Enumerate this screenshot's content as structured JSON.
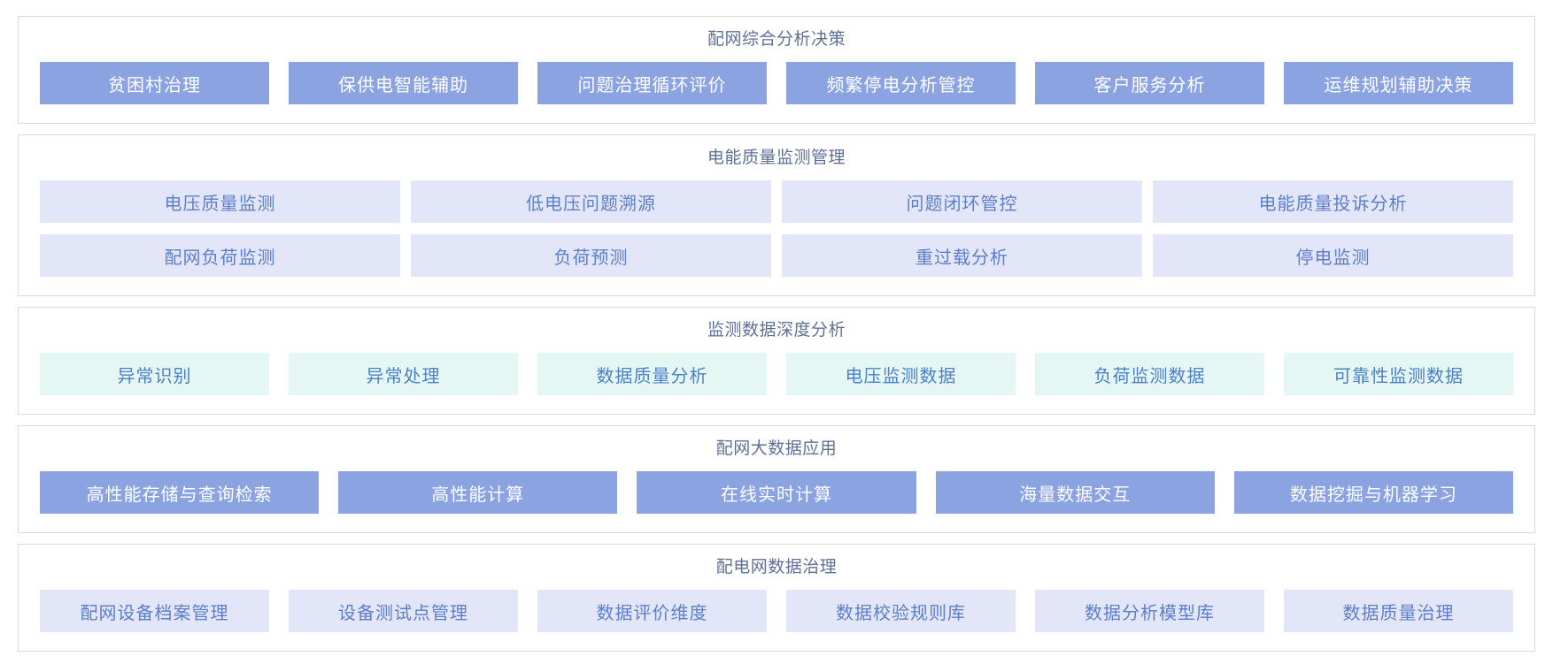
{
  "colors": {
    "panel_border": "#d9dade",
    "panel_title_text": "#5f7096",
    "solid_button_bg": "#8ca3e1",
    "solid_button_text": "#ffffff",
    "lavender_button_bg": "#e2e6f8",
    "lavender_button_text": "#5c7fc8",
    "mint_button_bg": "#e4f7f4",
    "mint_button_text": "#4d80c6"
  },
  "panels": [
    {
      "id": "distribution-analysis-decision",
      "title": "配网综合分析决策",
      "style": "solid",
      "rows": [
        [
          "贫困村治理",
          "保供电智能辅助",
          "问题治理循环评价",
          "频繁停电分析管控",
          "客户服务分析",
          "运维规划辅助决策"
        ]
      ]
    },
    {
      "id": "power-quality-monitoring",
      "title": "电能质量监测管理",
      "style": "lavender",
      "rows": [
        [
          "电压质量监测",
          "低电压问题溯源",
          "问题闭环管控",
          "电能质量投诉分析"
        ],
        [
          "配网负荷监测",
          "负荷预测",
          "重过载分析",
          "停电监测"
        ]
      ]
    },
    {
      "id": "monitoring-data-deep-analysis",
      "title": "监测数据深度分析",
      "style": "mint",
      "rows": [
        [
          "异常识别",
          "异常处理",
          "数据质量分析",
          "电压监测数据",
          "负荷监测数据",
          "可靠性监测数据"
        ]
      ]
    },
    {
      "id": "big-data-application",
      "title": "配网大数据应用",
      "style": "solid",
      "rows": [
        [
          "高性能存储与查询检索",
          "高性能计算",
          "在线实时计算",
          "海量数据交互",
          "数据挖掘与机器学习"
        ]
      ]
    },
    {
      "id": "data-governance",
      "title": "配电网数据治理",
      "style": "lavender",
      "rows": [
        [
          "配网设备档案管理",
          "设备测试点管理",
          "数据评价维度",
          "数据校验规则库",
          "数据分析模型库",
          "数据质量治理"
        ]
      ]
    }
  ]
}
